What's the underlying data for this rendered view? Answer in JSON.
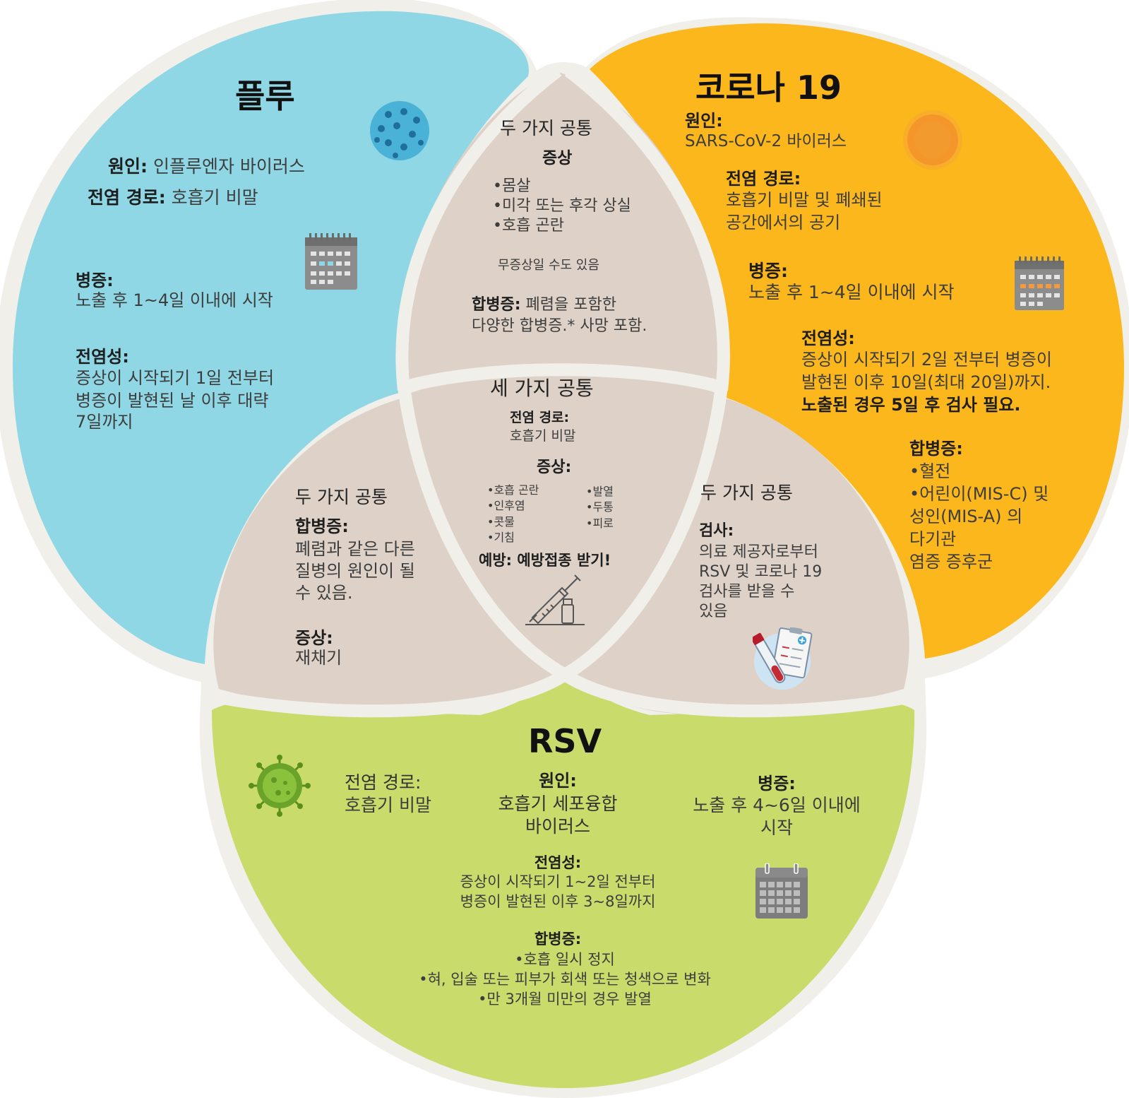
{
  "colors": {
    "flu": "#8fd7e4",
    "covid": "#fbb71b",
    "rsv": "#c9dc6b",
    "overlap": "#ded2c8",
    "outline": "#f1efea"
  },
  "flu": {
    "title": "플루",
    "cause_label": "원인:",
    "cause_text": " 인플루엔자 바이러스",
    "spread_label": "전염 경로:",
    "spread_text": " 호흡기 비말",
    "onset_label": "병증:",
    "onset_text": "노출 후 1~4일 이내에 시작",
    "contagious_label": "전염성:",
    "contagious_lines": [
      "증상이 시작되기 1일 전부터",
      "병증이 발현된 날 이후 대략",
      "7일까지"
    ]
  },
  "covid": {
    "title": "코로나 19",
    "cause_label": "원인:",
    "cause_text": "SARS-CoV-2 바이러스",
    "spread_label": "전염 경로:",
    "spread_lines": [
      "호흡기 비말 및 폐쇄된",
      "공간에서의 공기"
    ],
    "onset_label": "병증:",
    "onset_text": "노출 후 1~4일 이내에 시작",
    "contagious_label": "전염성:",
    "contagious_lines": [
      "증상이 시작되기 2일 전부터 병증이",
      "발현된 이후 10일(최대 20일)까지."
    ],
    "contagious_bold": "노출된 경우 5일 후 검사 필요.",
    "complications_label": "합병증:",
    "complications_lines": [
      "•혈전",
      "•어린이(MIS-C) 및",
      "성인(MIS-A) 의",
      "다기관",
      "염증 증후군"
    ]
  },
  "flu_covid": {
    "heading": "두 가지 공통",
    "symptoms_label": "증상",
    "symptoms": [
      "•몸살",
      "•미각 또는 후각 상실",
      "•호흡 곤란"
    ],
    "note": "무증상일 수도 있음",
    "complications_label": "합병증:",
    "complications_text": " 폐렴을 포함한",
    "complications_line2": "다양한 합병증.* 사망 포함."
  },
  "all_three": {
    "heading": "세 가지 공통",
    "spread_label": "전염 경로:",
    "spread_text": "호흡기 비말",
    "symptoms_label": "증상:",
    "symptoms_left": [
      "•호흡 곤란",
      "•인후염",
      "•콧물",
      "•기침"
    ],
    "symptoms_right": [
      "•발열",
      "•두통",
      "•피로"
    ],
    "prevention": "예방: 예방접종 받기!"
  },
  "flu_rsv": {
    "heading": "두 가지 공통",
    "complications_label": "합병증:",
    "complications_lines": [
      "폐렴과 같은 다른",
      "질병의 원인이 될",
      "수 있음."
    ],
    "symptoms_label": "증상:",
    "symptoms_text": "재채기"
  },
  "covid_rsv": {
    "heading": "두 가지 공통",
    "testing_label": "검사:",
    "testing_lines": [
      "의료 제공자로부터",
      "RSV 및 코로나 19",
      "검사를 받을 수",
      "있음"
    ]
  },
  "rsv": {
    "title": "RSV",
    "spread_label": "전염 경로:",
    "spread_text": "호흡기 비말",
    "cause_label": "원인:",
    "cause_lines": [
      "호흡기 세포융합",
      "바이러스"
    ],
    "onset_label": "병증:",
    "onset_lines": [
      "노출 후 4~6일 이내에",
      "시작"
    ],
    "contagious_label": "전염성:",
    "contagious_lines": [
      "증상이 시작되기 1~2일 전부터",
      "병증이 발현된 이후 3~8일까지"
    ],
    "complications_label": "합병증:",
    "complications_lines": [
      "•호흡 일시 정지",
      "•혀, 입술 또는 피부가 회색 또는 청색으로 변화",
      "•만 3개월 미만의 경우 발열"
    ]
  }
}
